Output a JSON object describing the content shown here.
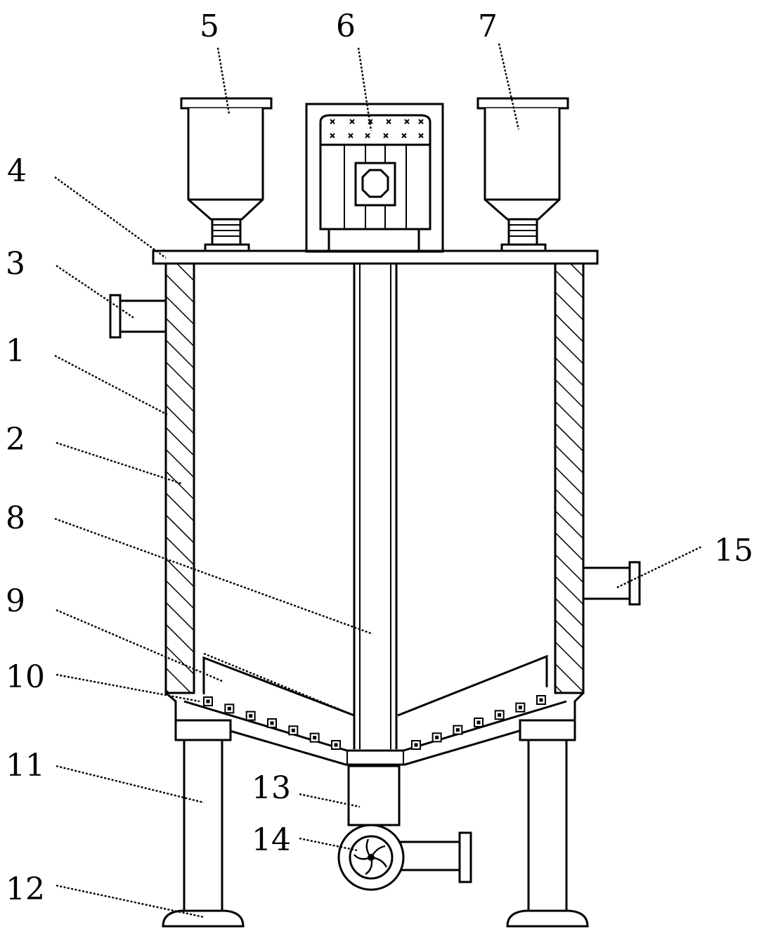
{
  "figure": {
    "background": "#ffffff",
    "line_color": "#000000",
    "callouts": [
      {
        "id": "c1",
        "text": "1"
      },
      {
        "id": "c2",
        "text": "2"
      },
      {
        "id": "c3",
        "text": "3"
      },
      {
        "id": "c4",
        "text": "4"
      },
      {
        "id": "c5",
        "text": "5"
      },
      {
        "id": "c6",
        "text": "6"
      },
      {
        "id": "c7",
        "text": "7"
      },
      {
        "id": "c8",
        "text": "8"
      },
      {
        "id": "c9",
        "text": "9"
      },
      {
        "id": "c10",
        "text": "10"
      },
      {
        "id": "c11",
        "text": "11"
      },
      {
        "id": "c12",
        "text": "12"
      },
      {
        "id": "c13",
        "text": "13"
      },
      {
        "id": "c14",
        "text": "14"
      },
      {
        "id": "c15",
        "text": "15"
      }
    ]
  }
}
